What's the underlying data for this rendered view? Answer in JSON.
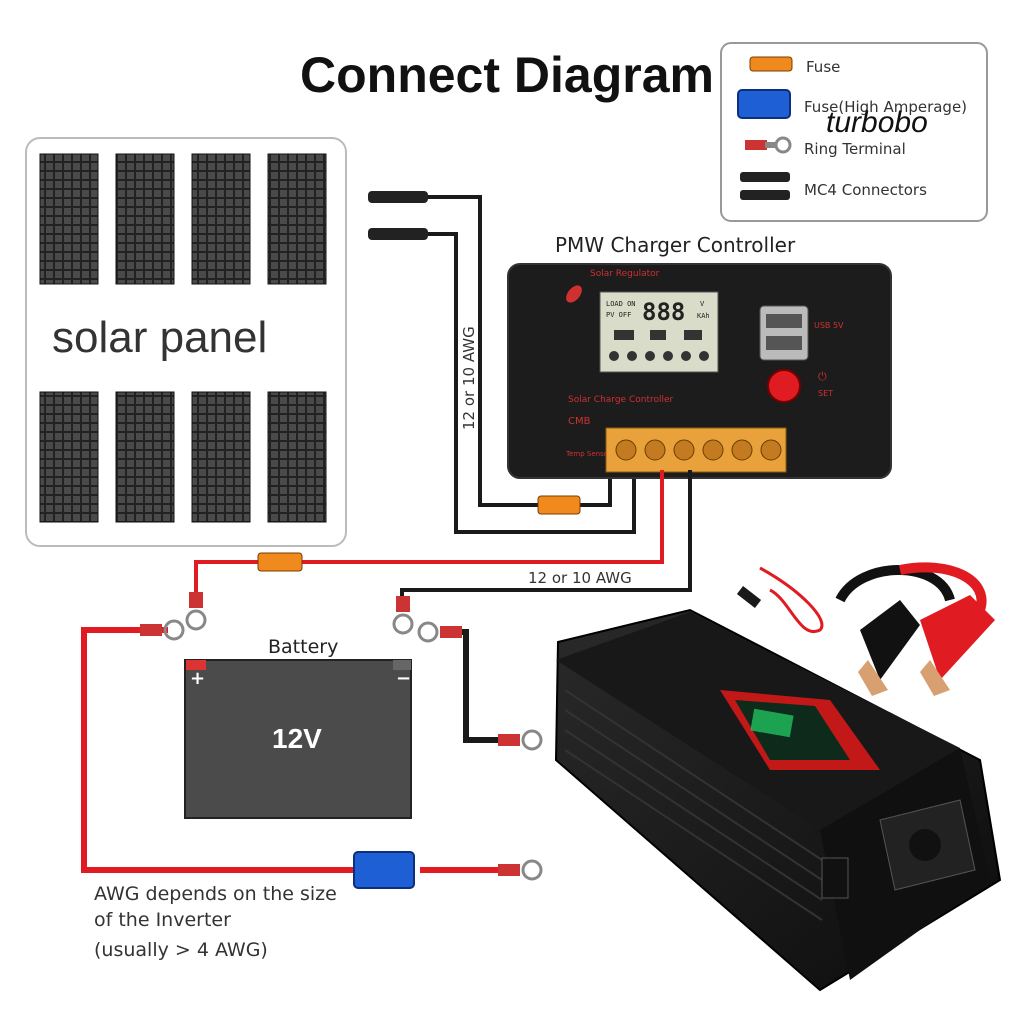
{
  "title": "Connect Diagram",
  "watermark": "turbobo",
  "legend": [
    {
      "label": "Fuse",
      "icon": "fuse-icon"
    },
    {
      "label": "Fuse(High Amperage)",
      "icon": "high-amperage-fuse-icon"
    },
    {
      "label": "Ring Terminal",
      "icon": "ring-terminal-icon"
    },
    {
      "label": "MC4 Connectors",
      "icon": "mc4-connector-icon"
    }
  ],
  "solar_panel": {
    "label": "solar panel"
  },
  "controller": {
    "title": "PMW Charger Controller",
    "top_label": "Solar Regulator",
    "bottom_label": "Solar Charge Controller",
    "brand": "CMB",
    "temp_label": "Temp Sensor",
    "usb_label": "USB 5V",
    "set_label": "SET",
    "lcd": {
      "load": "LOAD ON",
      "pv": "PV OFF",
      "digits": "888",
      "units_top": "V",
      "units_bottom": "KAh"
    }
  },
  "wire_labels": {
    "vertical": "12 or 10 AWG",
    "horizontal": "12 or 10 AWG"
  },
  "battery": {
    "label": "Battery",
    "voltage": "12V",
    "plus": "+",
    "minus": "−"
  },
  "note": {
    "line1": "AWG depends on the size",
    "line2": "of the Inverter",
    "line3": "(usually  > 4 AWG)"
  },
  "colors": {
    "red_wire": "#e01b22",
    "black_wire": "#1a1a1a",
    "fuse": "#f08a1c",
    "fuse_high": "#1f5fd6",
    "controller": "#1c1c1c",
    "terminal": "#e9a13b"
  }
}
